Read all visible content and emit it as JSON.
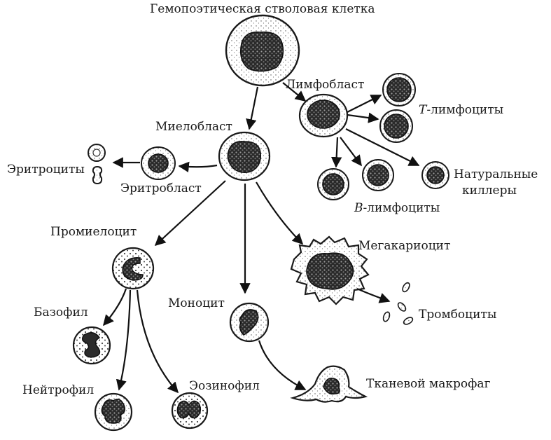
{
  "labels": {
    "stem": "Гемопоэтическая стволовая клетка",
    "lymphoblast": "Лимфобласт",
    "t_lymph_prefix": "T",
    "t_lymph_suffix": "-лимфоциты",
    "myeloblast": "Миелобласт",
    "erythrocytes": "Эритроциты",
    "erythroblast": "Эритробласт",
    "nk_line1": "Натуральные",
    "nk_line2": "киллеры",
    "b_lymph_prefix": "B",
    "b_lymph_suffix": "-лимфоциты",
    "promyelocyte": "Промиелоцит",
    "megakaryocyte": "Мегакариоцит",
    "basophil": "Базофил",
    "monocyte": "Моноцит",
    "platelets": "Тромбоциты",
    "neutrophil": "Нейтрофил",
    "eosinophil": "Эозинофил",
    "macrophage": "Тканевой макрофаг"
  }
}
